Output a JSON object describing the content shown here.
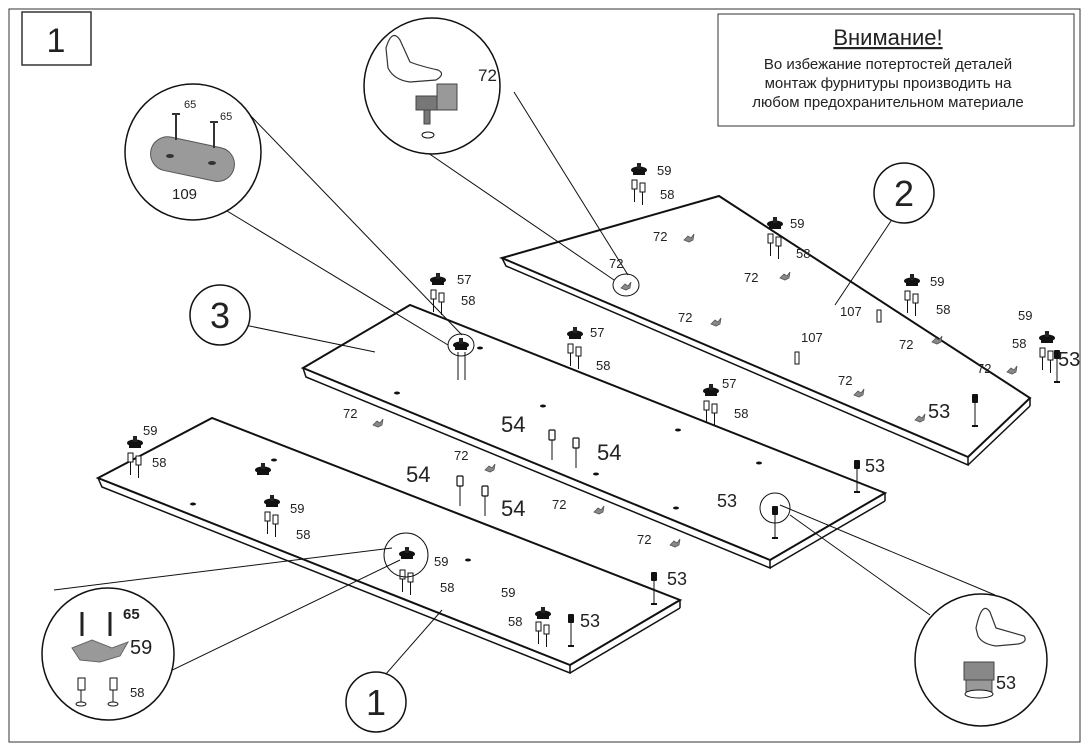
{
  "step_number": "1",
  "warning": {
    "title": "Внимание!",
    "lines": [
      "Во избежание потертостей деталей",
      "монтаж фурнитуры производить на",
      "любом предохранительном материале"
    ]
  },
  "panel_labels": {
    "panel_1": "1",
    "panel_2": "2",
    "panel_3": "3"
  },
  "callouts": {
    "hinge_72": {
      "part": "72"
    },
    "plate_109": {
      "screw_a": "65",
      "screw_b": "65",
      "part": "109"
    },
    "hinge_59": {
      "screw": "65",
      "part": "59",
      "dowel": "58"
    },
    "support_53": {
      "part": "53"
    }
  },
  "part_labels": {
    "p2_59a": "59",
    "p2_58a": "58",
    "p2_72a": "72",
    "p2_59b": "59",
    "p2_58b": "58",
    "p2_72b": "72",
    "p2_72c": "72",
    "p2_59c": "59",
    "p2_58c": "58",
    "p2_107a": "107",
    "p2_107b": "107",
    "p2_72d": "72",
    "p2_72e": "72",
    "p2_59d": "59",
    "p2_58d": "58",
    "p2_72f": "72",
    "p2_53a": "53",
    "p2_72g": "72",
    "p2_53b": "53",
    "p3_57a": "57",
    "p3_58a": "58",
    "p3_57b": "57",
    "p3_58b": "58",
    "p3_57c": "57",
    "p3_58c": "58",
    "p3_72a": "72",
    "p3_54a": "54",
    "p3_54b": "54",
    "p3_53a": "53",
    "p3_53b": "53",
    "p3_72b": "72",
    "p3_72c": "72",
    "p1_59a": "59",
    "p1_58a": "58",
    "p1_59b": "59",
    "p1_58b": "58",
    "p1_54a": "54",
    "p1_72a": "72",
    "p1_54b": "54",
    "p1_59c": "59",
    "p1_58c": "58",
    "p1_59d": "59",
    "p1_58d": "58",
    "p1_53a": "53",
    "p1_53b": "53"
  }
}
